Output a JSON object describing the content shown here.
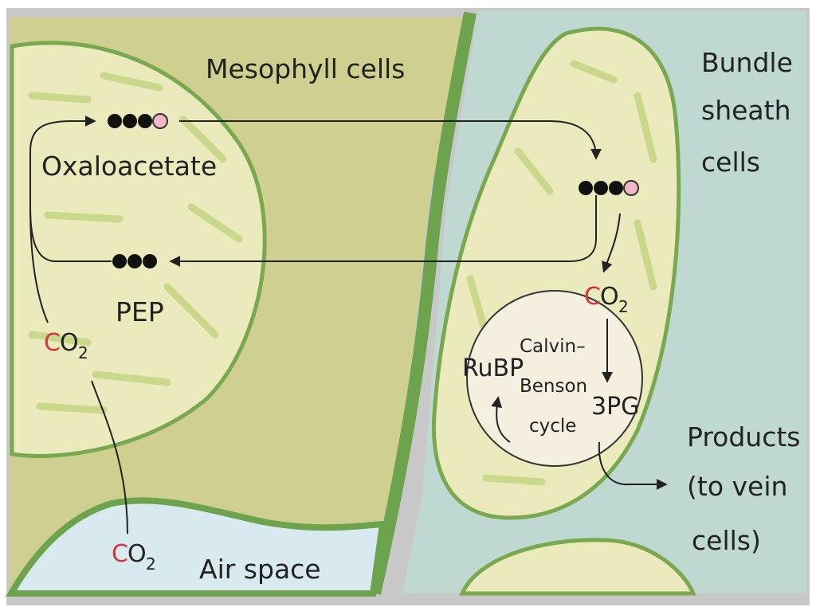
{
  "labels": {
    "mesophyll": "Mesophyll cells",
    "bundle_line1": "Bundle",
    "bundle_line2": "sheath",
    "bundle_line3": "cells",
    "oxaloacetate": "Oxaloacetate",
    "pep": "PEP",
    "co2_main": "O",
    "co2_c": "C",
    "co2_sub": "2",
    "calvin_line1": "Calvin–",
    "calvin_line2": "Benson",
    "calvin_line3": "cycle",
    "rubp": "RuBP",
    "pg3": "3PG",
    "products_line1": "Products",
    "products_line2": "(to vein",
    "products_line3": "cells)",
    "air_space": "Air space"
  },
  "colors": {
    "mesophyll_bg": "#cfcf8f",
    "cell_fill": "#eaeabd",
    "cell_wall": "#6ea34d",
    "sheath_bg": "#bfd9d2",
    "air_bg": "#d8e9f0",
    "carbon_red": "#d2363a",
    "arrow": "#222222",
    "calvin_fill": "#f5efdf"
  }
}
